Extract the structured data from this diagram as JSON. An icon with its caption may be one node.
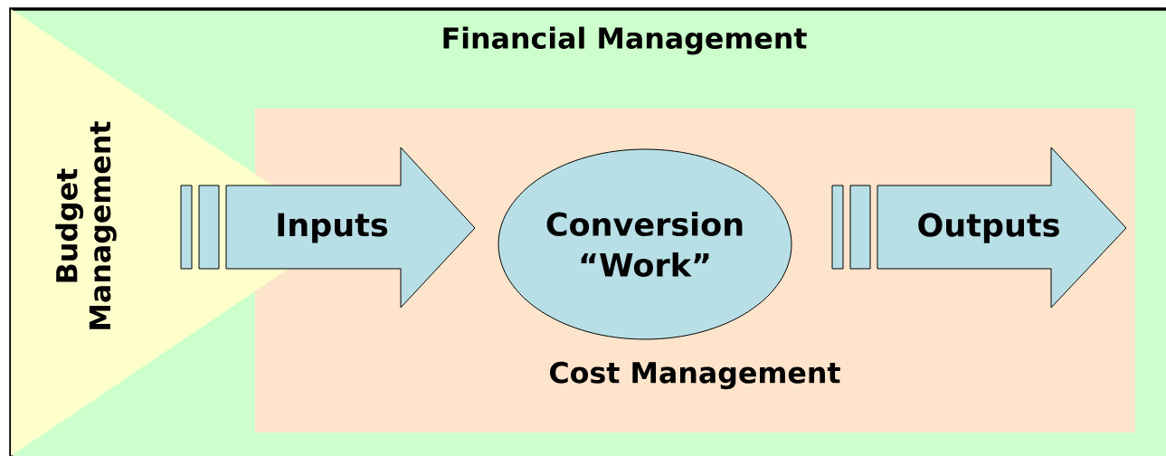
{
  "diagram": {
    "nodes": [
      {
        "text": [
          "Financial Management"
        ]
      },
      {
        "text": [
          "Budget Management"
        ],
        "in": 0
      },
      {
        "text": [
          "Cost Management"
        ],
        "in": 0
      },
      {
        "text": [
          "Inputs"
        ],
        "in": 0
      },
      {
        "text": [
          "Conversion “Work”"
        ],
        "in": 2
      },
      {
        "text": [
          "Outputs"
        ],
        "in": 2
      }
    ]
  }
}
